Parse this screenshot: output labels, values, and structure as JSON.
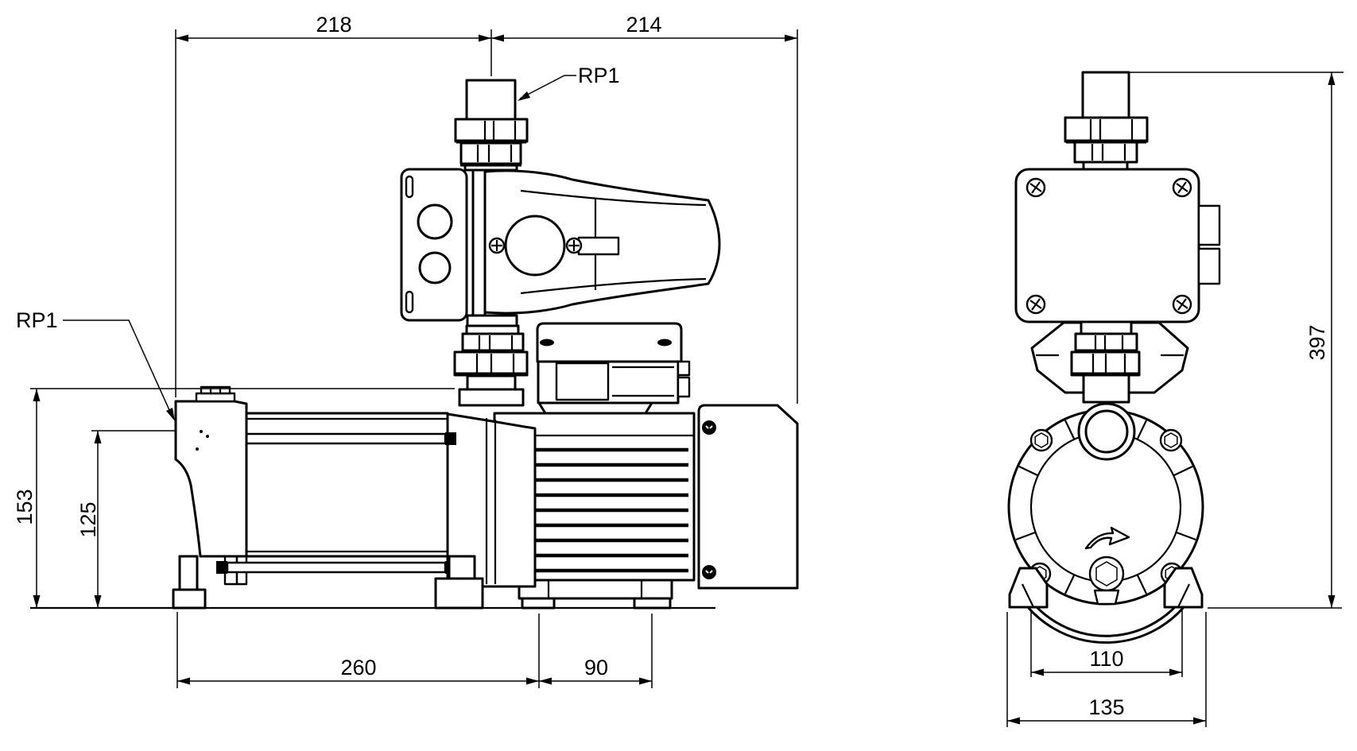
{
  "page": {
    "background": "#ffffff",
    "line_color": "#000000",
    "type": "technical dimensional drawing, pump with pressure manager, two orthographic views"
  },
  "side_view": {
    "dims": {
      "width_left": "218",
      "width_right": "214",
      "height_total": "153",
      "height_port": "125",
      "length_pump": "260",
      "length_motor": "90"
    },
    "labels": {
      "port_top": "RP1",
      "port_side": "RP1"
    }
  },
  "front_view": {
    "dims": {
      "height_total": "397",
      "foot_hole_spacing": "110",
      "base_width": "135"
    }
  }
}
